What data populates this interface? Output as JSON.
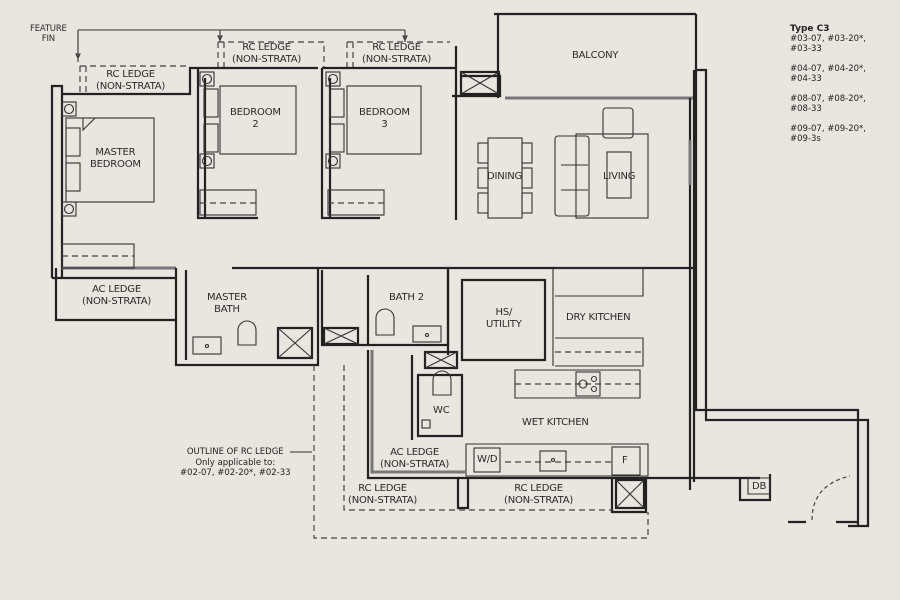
{
  "legend": {
    "title": "Type C3",
    "groups": [
      {
        "line1": "#03-07, #03-20*,",
        "line2": "#03-33"
      },
      {
        "line1": "#04-07, #04-20*,",
        "line2": "#04-33"
      },
      {
        "line1": "#08-07, #08-20*,",
        "line2": "#08-33"
      },
      {
        "line1": "#09-07, #09-20*,",
        "line2": "#09-3s"
      }
    ]
  },
  "rooms": {
    "feature_fin": {
      "l1": "FEATURE",
      "l2": "FIN"
    },
    "rc_ledge_master": {
      "l1": "RC LEDGE",
      "l2": "(NON-STRATA)"
    },
    "rc_ledge_bed2": {
      "l1": "RC LEDGE",
      "l2": "(NON-STRATA)"
    },
    "rc_ledge_bed3": {
      "l1": "RC LEDGE",
      "l2": "(NON-STRATA)"
    },
    "balcony": "BALCONY",
    "master_bedroom": {
      "l1": "MASTER",
      "l2": "BEDROOM"
    },
    "bedroom2": {
      "l1": "BEDROOM",
      "l2": "2"
    },
    "bedroom3": {
      "l1": "BEDROOM",
      "l2": "3"
    },
    "dining": "DINING",
    "living": "LIVING",
    "ac_ledge_master": {
      "l1": "AC LEDGE",
      "l2": "(NON-STRATA)"
    },
    "master_bath": {
      "l1": "MASTER",
      "l2": "BATH"
    },
    "bath2": "BATH 2",
    "hs_utility": {
      "l1": "HS/",
      "l2": "UTILITY"
    },
    "dry_kitchen": "DRY KITCHEN",
    "wc": "WC",
    "wet_kitchen": "WET KITCHEN",
    "ac_ledge_kitchen": {
      "l1": "AC LEDGE",
      "l2": "(NON-STRATA)"
    },
    "rc_ledge_lower_left": {
      "l1": "RC LEDGE",
      "l2": "(NON-STRATA)"
    },
    "rc_ledge_lower_right": {
      "l1": "RC LEDGE",
      "l2": "(NON-STRATA)"
    },
    "wd": "W/D",
    "fridge": "F",
    "db": "DB"
  },
  "outline_note": {
    "l1": "OUTLINE OF RC LEDGE",
    "l2": "Only applicable to:",
    "l3": "#02-07, #02-20*, #02-33"
  }
}
